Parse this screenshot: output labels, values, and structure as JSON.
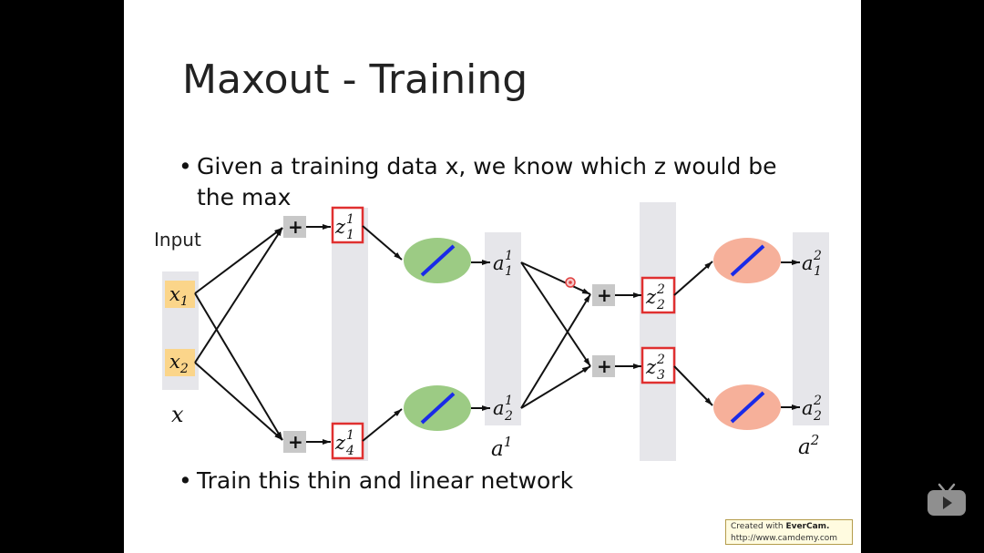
{
  "slide": {
    "title": "Maxout - Training",
    "bullet1": "Given a training data x, we know which z would be the max",
    "bullet1_line1": "Given a training data x, we know which z would be",
    "bullet1_line2": "the max",
    "bullet2": "Train this thin and linear network"
  },
  "diagram": {
    "input_label": "Input",
    "x1": {
      "base": "x",
      "sub": "1"
    },
    "x2": {
      "base": "x",
      "sub": "2"
    },
    "x_vec": "x",
    "plus": "+",
    "z11": {
      "base": "z",
      "sub": "1",
      "sup": "1"
    },
    "z41": {
      "base": "z",
      "sub": "4",
      "sup": "1"
    },
    "z22": {
      "base": "z",
      "sub": "2",
      "sup": "2"
    },
    "z32": {
      "base": "z",
      "sub": "3",
      "sup": "2"
    },
    "a11": {
      "base": "a",
      "sub": "1",
      "sup": "1"
    },
    "a21": {
      "base": "a",
      "sub": "2",
      "sup": "1"
    },
    "a12": {
      "base": "a",
      "sub": "1",
      "sup": "2"
    },
    "a22": {
      "base": "a",
      "sub": "2",
      "sup": "2"
    },
    "a1_vec": {
      "base": "a",
      "sup": "1"
    },
    "a2_vec": {
      "base": "a",
      "sup": "2"
    },
    "colors": {
      "input_box": "#fbd58a",
      "highlight_border": "#e03030",
      "plus_box": "#c8c8c8",
      "layer_band": "#e6e6ea",
      "green_neuron": "#9ccb84",
      "orange_neuron": "#f6b09a",
      "linear_line": "#1a2be8",
      "arrow": "#111111"
    }
  },
  "watermark": {
    "line1_prefix": "Created with ",
    "line1_brand": "EverCam.",
    "line2": "http://www.camdemy.com"
  }
}
